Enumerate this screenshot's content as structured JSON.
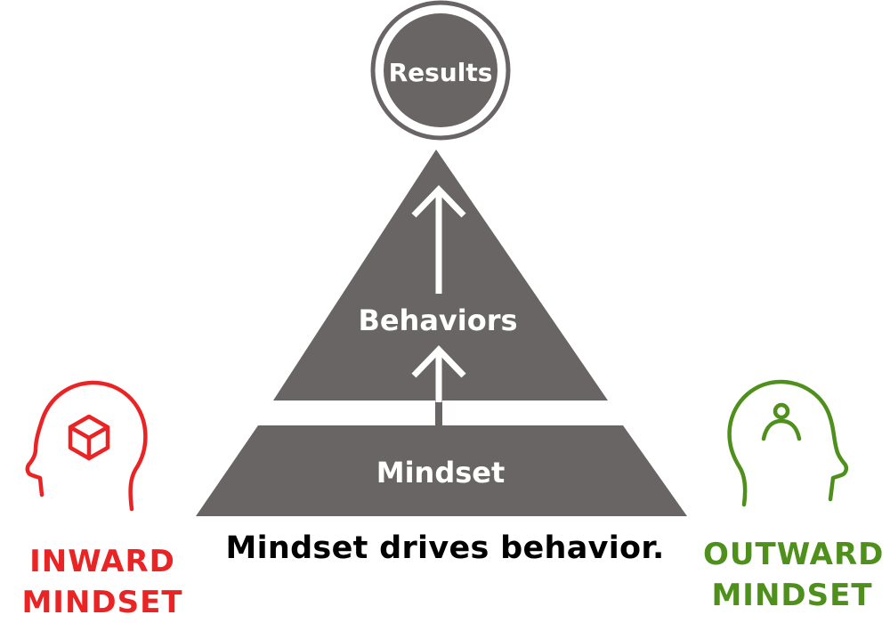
{
  "pyramid": {
    "top_label": "Results",
    "middle_label": "Behaviors",
    "bottom_label": "Mindset"
  },
  "caption": "Mindset drives behavior.",
  "inward": {
    "line1": "INWARD",
    "line2": "MINDSET",
    "color": "#ea2424",
    "icon": "cube-head-icon"
  },
  "outward": {
    "line1": "OUTWARD",
    "line2": "MINDSET",
    "color": "#4f8f1c",
    "icon": "person-head-icon"
  },
  "colors": {
    "shape": "#696565",
    "background": "#ffffff"
  }
}
